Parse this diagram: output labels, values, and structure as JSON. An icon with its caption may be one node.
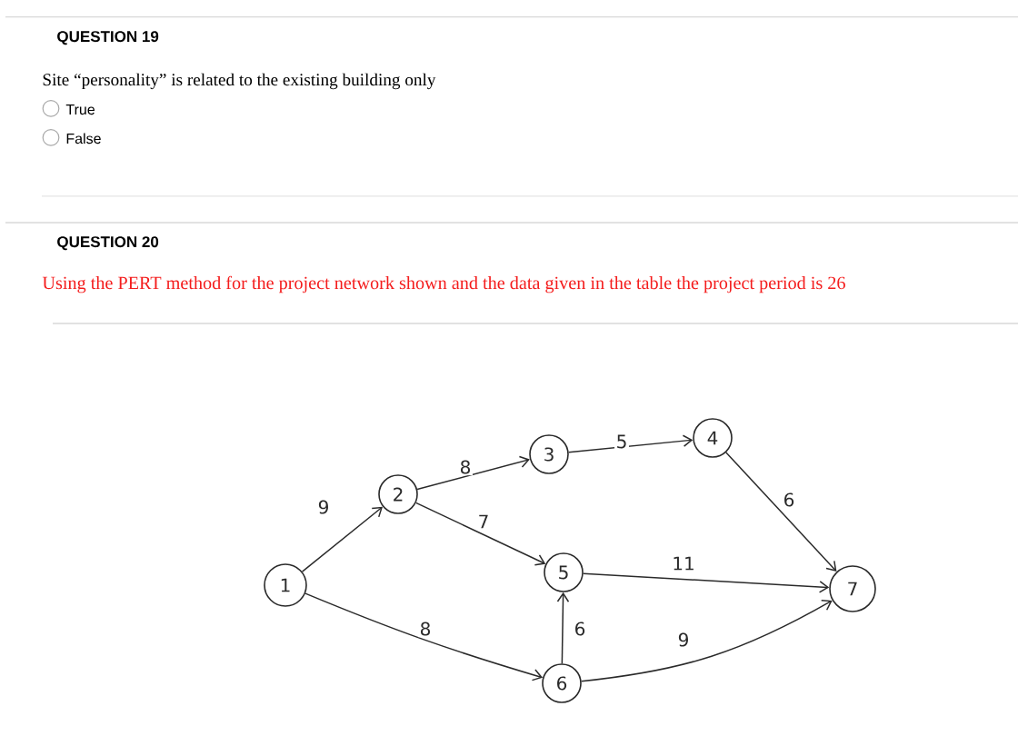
{
  "diagram": {
    "nodes": [
      {
        "text": [
          "1"
        ]
      },
      {
        "text": [
          "2"
        ]
      },
      {
        "text": [
          "3"
        ]
      },
      {
        "text": [
          "4"
        ]
      },
      {
        "text": [
          "5"
        ]
      },
      {
        "text": [
          "6"
        ]
      },
      {
        "text": [
          "7"
        ]
      }
    ],
    "edges": [
      {
        "from": 0,
        "to": 1,
        "arrow": "to",
        "label": "9"
      },
      {
        "from": 1,
        "to": 2,
        "arrow": "to",
        "label": "8"
      },
      {
        "from": 2,
        "to": 3,
        "arrow": "to",
        "label": "5"
      },
      {
        "from": 1,
        "to": 4,
        "arrow": "to",
        "label": "7"
      },
      {
        "from": 3,
        "to": 6,
        "arrow": "to",
        "label": "6"
      },
      {
        "from": 4,
        "to": 6,
        "arrow": "to",
        "label": "11"
      },
      {
        "from": 0,
        "to": 5,
        "arrow": "to",
        "label": "8"
      },
      {
        "from": 5,
        "to": 4,
        "arrow": "to",
        "label": "6"
      },
      {
        "from": 5,
        "to": 6,
        "arrow": "to",
        "label": "9"
      }
    ],
    "labels": [
      "QUESTION 19",
      "Site “personality” is related to the existing building only",
      "True",
      "False",
      "QUESTION 20",
      "Using the PERT method for the project network shown and the data given in the table the project period is 26"
    ]
  }
}
